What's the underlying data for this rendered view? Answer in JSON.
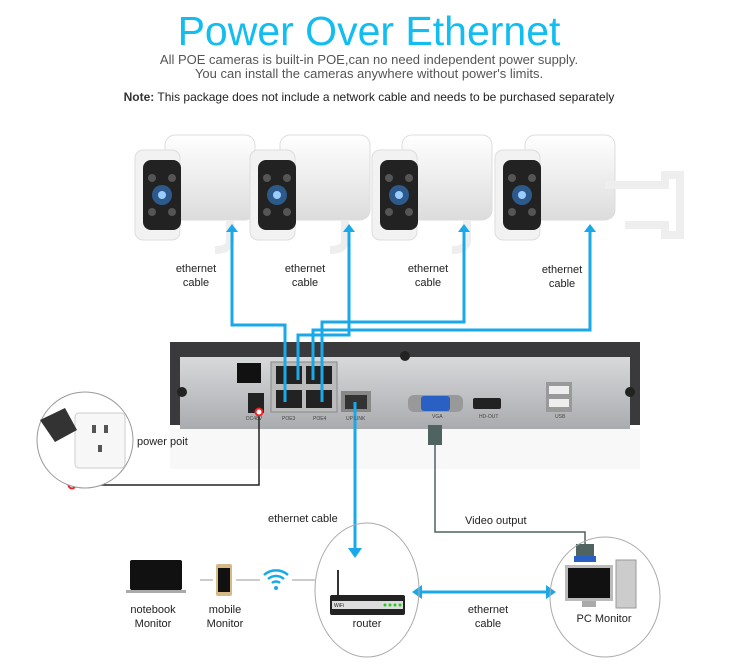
{
  "title": "Power Over Ethernet",
  "subtitle_lines": [
    "All POE cameras is built-in POE,can no need independent power supply.",
    "You can install the cameras anywhere without power's limits."
  ],
  "note": {
    "label": "Note:",
    "text": " This package does not include a network cable and needs to be purchased separately"
  },
  "camera_cables": [
    {
      "line1": "ethernet",
      "line2": "cable"
    },
    {
      "line1": "ethernet",
      "line2": "cable"
    },
    {
      "line1": "ethernet",
      "line2": "cable"
    },
    {
      "line1": "ethernet",
      "line2": "cable"
    }
  ],
  "nvr_ports": {
    "dc": "DC48V",
    "poe3": "POE3",
    "poe4": "POE4",
    "uplink": "UP LINK",
    "vga": "VGA",
    "hdmi": "HD-OUT",
    "usb": "USB"
  },
  "power_label": "power poit",
  "uplink_cable_label": "ethernet cable",
  "video_label": "Video output",
  "devices": {
    "notebook": {
      "line1": "notebook",
      "line2": "Monitor"
    },
    "mobile": {
      "line1": "mobile",
      "line2": "Monitor"
    },
    "router": "router",
    "router_badge": "WiFi",
    "pc": "PC Monitor"
  },
  "router_pc_cable": {
    "line1": "ethernet",
    "line2": "cable"
  },
  "colors": {
    "accent": "#12bdf0",
    "cable": "#1aa9e8",
    "nvr": "#3a3a3c",
    "panel": "#c9cacc",
    "video_cable": "#4f6360",
    "power_cable": "#222222"
  }
}
